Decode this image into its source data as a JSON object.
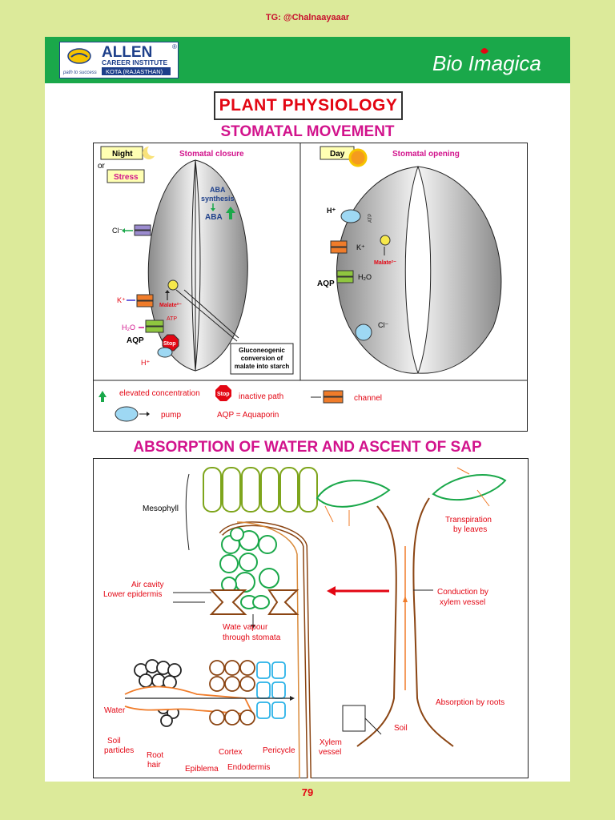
{
  "top_banner": "TG: @Chalnaayaaar",
  "header": {
    "brand": "ALLEN",
    "brand_mark": "®",
    "institute": "CAREER INSTITUTE",
    "location": "KOTA (RAJASTHAN)",
    "tagline": "path to success",
    "series": "Bio Imagica"
  },
  "title": "PLANT PHYSIOLOGY",
  "section1": {
    "heading": "STOMATAL MOVEMENT",
    "left": {
      "night": "Night",
      "or": "or",
      "stress": "Stress",
      "caption": "Stomatal closure",
      "aba1": "ABA",
      "aba2": "synthesis",
      "aba3": "ABA",
      "cl": "Cl⁻",
      "k": "K⁺",
      "malate": "Malate²⁻",
      "atp": "ATP",
      "h2o": "H₂O",
      "aqp": "AQP",
      "h": "H⁺",
      "stop": "Stop",
      "gluco1": "Gluconeogenic",
      "gluco2": "conversion of",
      "gluco3": "malate into starch"
    },
    "right": {
      "day": "Day",
      "caption": "Stomatal opening",
      "h": "H⁺",
      "atp": "ATP",
      "k": "K⁺",
      "malate": "Malate²⁻",
      "aqp": "AQP",
      "h2o": "H₂O",
      "cl": "Cl⁻"
    },
    "legend": {
      "elevated": "elevated concentration",
      "inactive": "inactive path",
      "stop": "Stop",
      "channel": "channel",
      "pump": "pump",
      "aqp": "AQP = Aquaporin"
    }
  },
  "section2": {
    "heading": "ABSORPTION OF WATER AND ASCENT OF SAP",
    "labels": {
      "mesophyll": "Mesophyll",
      "air_cavity": "Air cavity",
      "lower_epidermis": "Lower epidermis",
      "vapour1": "Wate vapour",
      "vapour2": "through stomata",
      "transpiration1": "Transpiration",
      "transpiration2": "by leaves",
      "conduction1": "Conduction by",
      "conduction2": "xylem vessel",
      "absorption": "Absorption by roots",
      "soil": "Soil",
      "water": "Water",
      "soil_particles1": "Soil",
      "soil_particles2": "particles",
      "root_hair1": "Root",
      "root_hair2": "hair",
      "epiblema": "Epiblema",
      "cortex": "Cortex",
      "endodermis": "Endodermis",
      "pericycle": "Pericycle",
      "xylem1": "Xylem",
      "xylem2": "vessel"
    }
  },
  "page_number": "79"
}
